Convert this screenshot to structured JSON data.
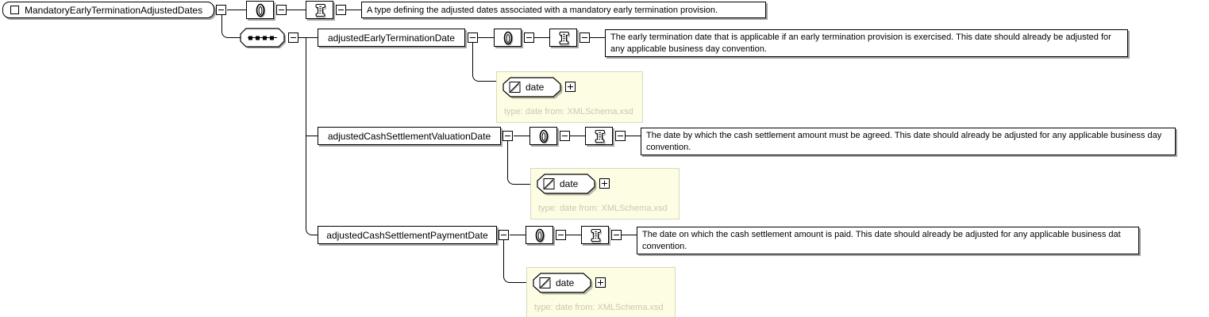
{
  "root": {
    "label": "MandatoryEarlyTerminationAdjustedDates",
    "annotation": "A type defining the adjusted dates associated with a mandatory early termination provision."
  },
  "children": [
    {
      "label": "adjustedEarlyTerminationDate",
      "annotation": "The early termination date that is applicable if an early termination provision is exercised. This date should already be adjusted for any applicable business day convention.",
      "type_label": "date",
      "type_note": "type: date from: XMLSchema.xsd"
    },
    {
      "label": "adjustedCashSettlementValuationDate",
      "annotation": "The date by which the cash settlement amount must be agreed. This date should already be adjusted for any applicable business day convention.",
      "type_label": "date",
      "type_note": "type: date from: XMLSchema.xsd"
    },
    {
      "label": "adjustedCashSettlementPaymentDate",
      "annotation": "The date on which the cash settlement amount is paid. This date should already be adjusted for any applicable business dat convention.",
      "type_label": "date",
      "type_note": "type: date from: XMLSchema.xsd"
    }
  ],
  "colors": {
    "line": "#000000",
    "shadow": "#a3a3a3",
    "type_box_bg": "#fdfde3",
    "type_box_border": "#d9d9bf",
    "type_note_text": "#c9c9b3"
  }
}
